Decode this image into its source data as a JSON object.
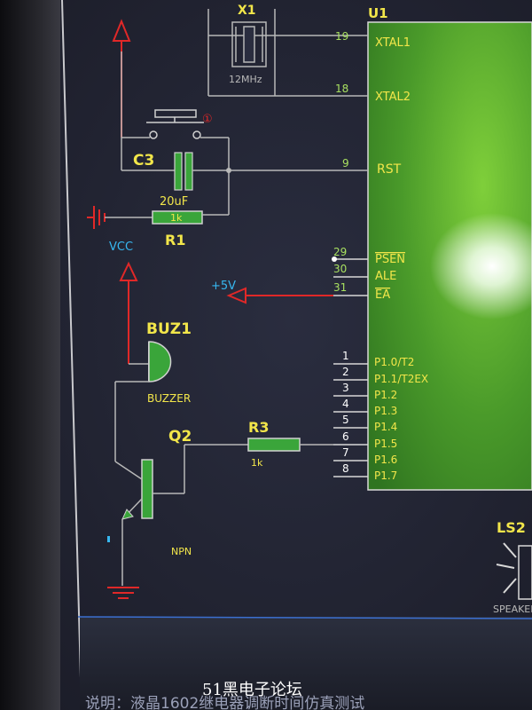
{
  "components": {
    "crystal": {
      "ref": "X1",
      "value": "12MHz"
    },
    "mcu": {
      "ref": "U1"
    },
    "c3": {
      "ref": "C3",
      "value": "20uF"
    },
    "r1": {
      "ref": "R1",
      "value": "1k"
    },
    "r3": {
      "ref": "R3",
      "value": "1k"
    },
    "buzzer": {
      "ref": "BUZ1",
      "value": "BUZZER"
    },
    "q2": {
      "ref": "Q2",
      "value": "NPN"
    },
    "speaker": {
      "ref": "LS2",
      "value": "SPEAKER"
    },
    "button_marker": "①"
  },
  "power": {
    "vcc": "VCC",
    "plus5v": "+5V"
  },
  "pins": [
    {
      "num": "19",
      "name": "XTAL1"
    },
    {
      "num": "18",
      "name": "XTAL2"
    },
    {
      "num": "9",
      "name": "RST"
    },
    {
      "num": "29",
      "name": "PSEN"
    },
    {
      "num": "30",
      "name": "ALE"
    },
    {
      "num": "31",
      "name": "EA"
    },
    {
      "num": "1",
      "name": "P1.0/T2"
    },
    {
      "num": "2",
      "name": "P1.1/T2EX"
    },
    {
      "num": "3",
      "name": "P1.2"
    },
    {
      "num": "4",
      "name": "P1.3"
    },
    {
      "num": "5",
      "name": "P1.4"
    },
    {
      "num": "6",
      "name": "P1.5"
    },
    {
      "num": "7",
      "name": "P1.6"
    },
    {
      "num": "8",
      "name": "P1.7"
    }
  ],
  "footer": {
    "watermark": "51黑电子论坛",
    "caption": "说明：液晶1602继电器调断时间仿真测试"
  },
  "colors": {
    "wire": "#b8b8b8",
    "label_yellow": "#f2e64a",
    "pin_number": "#a8e060",
    "power_red": "#e02828",
    "power_blue": "#37b7f0",
    "component_green": "#3aa53a",
    "mcu_body": "#4a9a2a",
    "background": "#1e2030"
  }
}
